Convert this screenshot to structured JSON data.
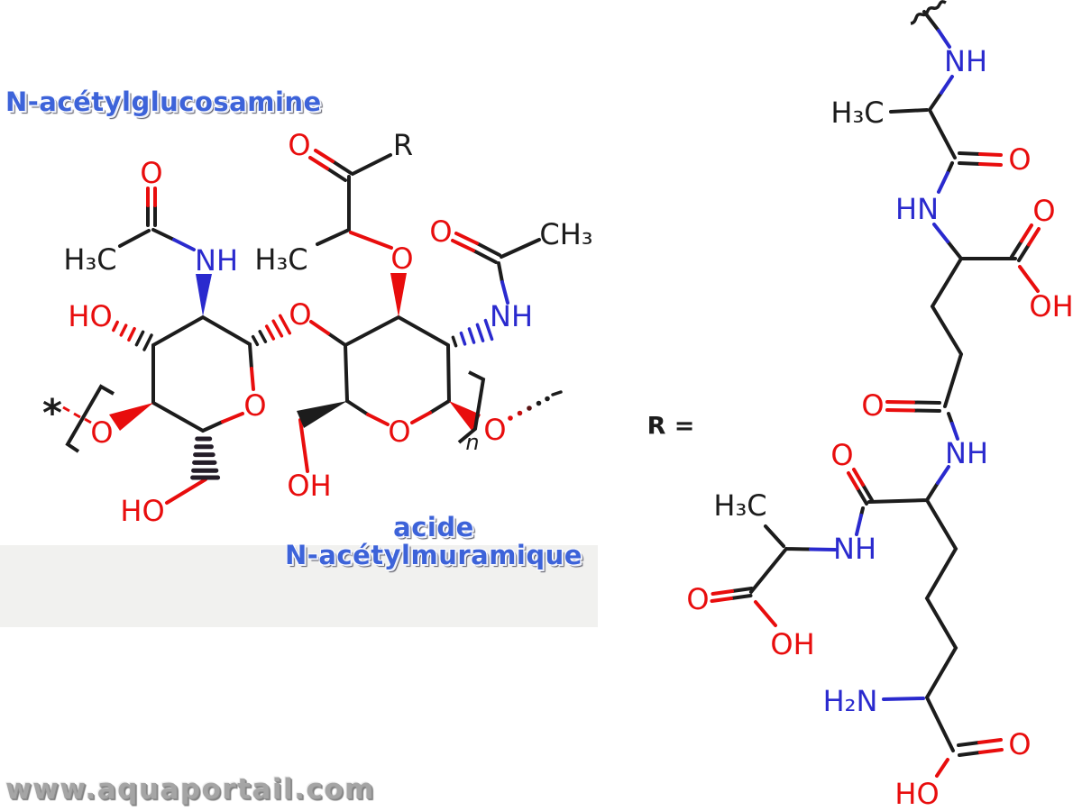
{
  "labels": {
    "title": "N-acétylglucosamine",
    "acide_line1": "acide",
    "acide_line2": "N-acétylmuramique",
    "r_equals": "R =",
    "n_repeat": "n",
    "asterisk": "*",
    "watermark": "www.aquaportail.com"
  },
  "colors": {
    "bond_black": "#1c1c1c",
    "oxygen_red": "#e80d0d",
    "nitrogen_blue": "#2a2ace",
    "title_blue": "#3d63d9",
    "band_gray": "#f1f1ef",
    "watermark_gray": "#a5a5a5"
  },
  "atoms": {
    "glc_amide_ch3": "H₃C",
    "glc_amide_o": "O",
    "glc_amide_nh": "NH",
    "glc_ho3": "HO",
    "glyco_o": "O",
    "glc_ring_o": "O",
    "glc_left_o": "O",
    "glc_ho6": "HO",
    "lac_o": "O",
    "lac_r": "R",
    "lac_ch3": "H₃C",
    "lac_ether_o": "O",
    "mur_amide_o": "O",
    "mur_amide_ch3": "CH₃",
    "mur_amide_nh": "NH",
    "mur_ring_o": "O",
    "mur_right_o": "O",
    "mur_oh6": "OH",
    "pep_nh1": "NH",
    "pep_ch3a": "H₃C",
    "pep_o1": "O",
    "pep_hn": "HN",
    "pep_o2": "O",
    "pep_oh1": "OH",
    "pep_o3": "O",
    "pep_nh2": "NH",
    "pep_o4": "O",
    "pep_ch3b": "H₃C",
    "pep_nh3": "NH",
    "pep_o5": "O",
    "pep_oh2": "OH",
    "pep_h2n": "H₂N",
    "pep_o6": "O",
    "pep_ho": "HO"
  }
}
